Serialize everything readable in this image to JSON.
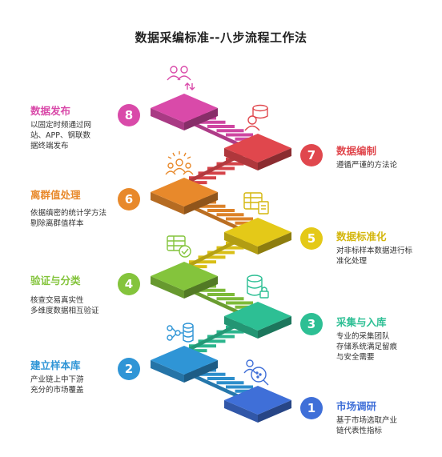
{
  "title": "数据采编标准--八步流程工作法",
  "steps": [
    {
      "num": "1",
      "title": "市场调研",
      "desc": "基于市场选取产业\n链代表性指标",
      "color": "#3f6fd8",
      "icon": "search-people-icon"
    },
    {
      "num": "2",
      "title": "建立样本库",
      "desc": "产业链上中下游\n充分的市场覆盖",
      "color": "#2f95d6",
      "icon": "hierarchy-database-icon"
    },
    {
      "num": "3",
      "title": "采集与入库",
      "desc": "专业的采集团队\n存储系统满足留痕\n与安全需要",
      "color": "#2dbf94",
      "icon": "database-lock-icon"
    },
    {
      "num": "4",
      "title": "验证与分类",
      "desc": "核查交易真实性\n多维度数据相互验证",
      "color": "#84c43c",
      "icon": "table-check-icon"
    },
    {
      "num": "5",
      "title": "数据标准化",
      "desc": "对非标样本数据进行标\n准化处理",
      "color": "#e4c918",
      "icon": "table-document-icon"
    },
    {
      "num": "6",
      "title": "离群值处理",
      "desc": "依据缜密的统计学方法\n剔除离群值样本",
      "color": "#e8892b",
      "icon": "crowd-icon"
    },
    {
      "num": "7",
      "title": "数据编制",
      "desc": "遵循严谨的方法论",
      "color": "#e0474d",
      "icon": "database-person-icon"
    },
    {
      "num": "8",
      "title": "数据发布",
      "desc": "以固定时频通过网\n站、APP、钢联数\n据终端发布",
      "color": "#d94aa9",
      "icon": "users-exchange-icon"
    }
  ]
}
